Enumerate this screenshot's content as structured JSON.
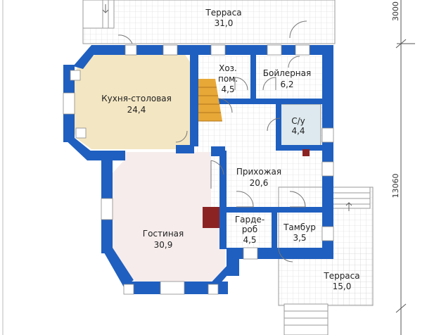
{
  "rooms": {
    "terrace_top": {
      "name": "Терраса",
      "area": "31,0"
    },
    "storage": {
      "name_line1": "Хоз.",
      "name_line2": "пом.",
      "area": "4,5"
    },
    "boiler": {
      "name": "Бойлерная",
      "area": "6,2"
    },
    "kitchen": {
      "name": "Кухня-столовая",
      "area": "24,4"
    },
    "wc": {
      "name": "С/у",
      "area": "4,4"
    },
    "hall": {
      "name": "Прихожая",
      "area": "20,6"
    },
    "living": {
      "name": "Гостиная",
      "area": "30,9"
    },
    "wardrobe": {
      "name_line1": "Гарде-",
      "name_line2": "роб",
      "area": "4,5"
    },
    "vestibule": {
      "name": "Тамбур",
      "area": "3,5"
    },
    "terrace_bottom": {
      "name": "Терраса",
      "area": "15,0"
    }
  },
  "dimensions": {
    "top": "3000",
    "side": "13060"
  },
  "colors": {
    "wall": "#1f5fbf",
    "kitchen_floor": "#f3e6c2",
    "living_floor": "#f6ecec",
    "wc_floor": "#dde9ee",
    "terrace_floor": "#f4f4f4",
    "grid_line": "#cfcfcf",
    "stair": "#e8a838",
    "chimney": "#8b2323"
  }
}
